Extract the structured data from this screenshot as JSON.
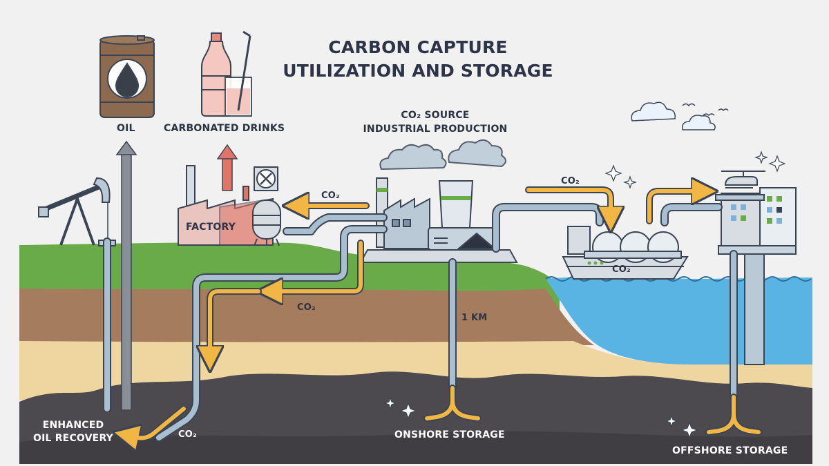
{
  "title": {
    "line1": "CARBON CAPTURE",
    "line2": "UTILIZATION AND STORAGE"
  },
  "labels": {
    "oil": "OIL",
    "carbonated_drinks": "CARBONATED DRINKS",
    "co2_source_line1": "CO₂ SOURCE",
    "co2_source_line2": "INDUSTRIAL PRODUCTION",
    "factory": "FACTORY",
    "co2_to_factory": "CO₂",
    "co2_to_ship": "CO₂",
    "co2_ship": "CO₂",
    "co2_underground": "CO₂",
    "co2_eor": "CO₂",
    "depth": "1 KM",
    "eor_line1": "ENHANCED",
    "eor_line2": "OIL RECOVERY",
    "onshore": "ONSHORE STORAGE",
    "offshore": "OFFSHORE STORAGE"
  },
  "colors": {
    "background": "#f1f1f1",
    "grass": "#6aab49",
    "topsoil": "#a57d5e",
    "sand": "#efd6a0",
    "deep": "#4c4a4e",
    "sea": "#59b4e3",
    "arrow": "#f1b643",
    "pipe": "#a9bfcf",
    "outline": "#3b4453",
    "factory": "#eac4bf",
    "red_arrow": "#e07466"
  }
}
